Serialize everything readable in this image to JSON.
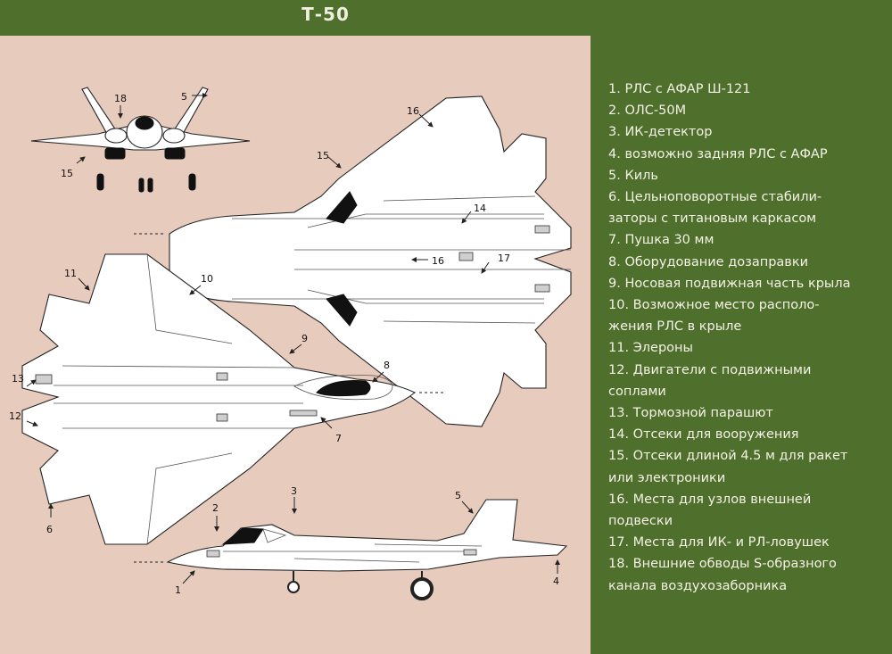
{
  "title": "Т-50",
  "legend": [
    {
      "line1": "1. РЛС с АФАР Ш-121"
    },
    {
      "line1": "2. ОЛС-50М"
    },
    {
      "line1": "3. ИК-детектор"
    },
    {
      "line1": "4. возможно задняя РЛС с АФАР"
    },
    {
      "line1": "5. Киль"
    },
    {
      "line1": "6. Цельноповоротные стабили-",
      "line2": "заторы с титановым каркасом"
    },
    {
      "line1": "7. Пушка 30 мм"
    },
    {
      "line1": "8. Оборудование дозаправки"
    },
    {
      "line1": "9. Носовая подвижная часть крыла"
    },
    {
      "line1": "10. Возможное место располо-",
      "line2": "жения РЛС в крыле"
    },
    {
      "line1": "11. Элероны"
    },
    {
      "line1": "12. Двигатели с подвижными",
      "line2": "соплами"
    },
    {
      "line1": "13. Тормозной парашют"
    },
    {
      "line1": "14. Отсеки для вооружения"
    },
    {
      "line1": "15. Отсеки длиной 4.5 м для ракет",
      "line2": "или электроники"
    },
    {
      "line1": "16. Места для узлов внешней",
      "line2": "подвески"
    },
    {
      "line1": "17. Места для ИК- и РЛ-ловушек"
    },
    {
      "line1": "18. Внешние обводы S-образного",
      "line2": "канала воздухозаборника"
    }
  ],
  "callouts": {
    "front": {
      "c18": "18",
      "c5": "5",
      "c15": "15"
    },
    "bottom": {
      "c16a": "16",
      "c15": "15",
      "c14": "14",
      "c16b": "16",
      "c17": "17"
    },
    "top": {
      "c11": "11",
      "c10": "10",
      "c9": "9",
      "c8": "8",
      "c13": "13",
      "c12": "12",
      "c7": "7",
      "c6": "6"
    },
    "side": {
      "c2": "2",
      "c3": "3",
      "c5": "5",
      "c1": "1",
      "c4": "4"
    }
  }
}
